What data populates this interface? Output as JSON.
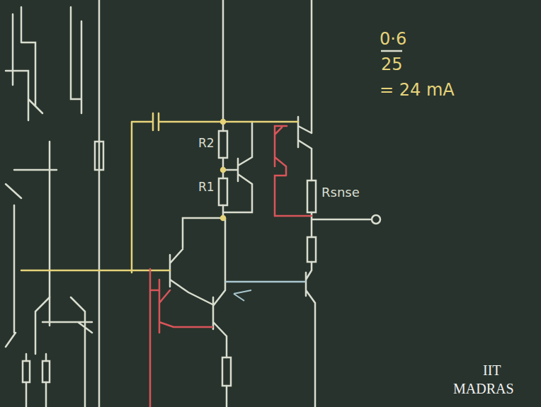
{
  "diagram": {
    "labels": [
      "0·6",
      "25",
      "= 24 mA",
      "R2",
      "R1",
      "Rsnse",
      "IIT",
      "MADRAS"
    ]
  }
}
